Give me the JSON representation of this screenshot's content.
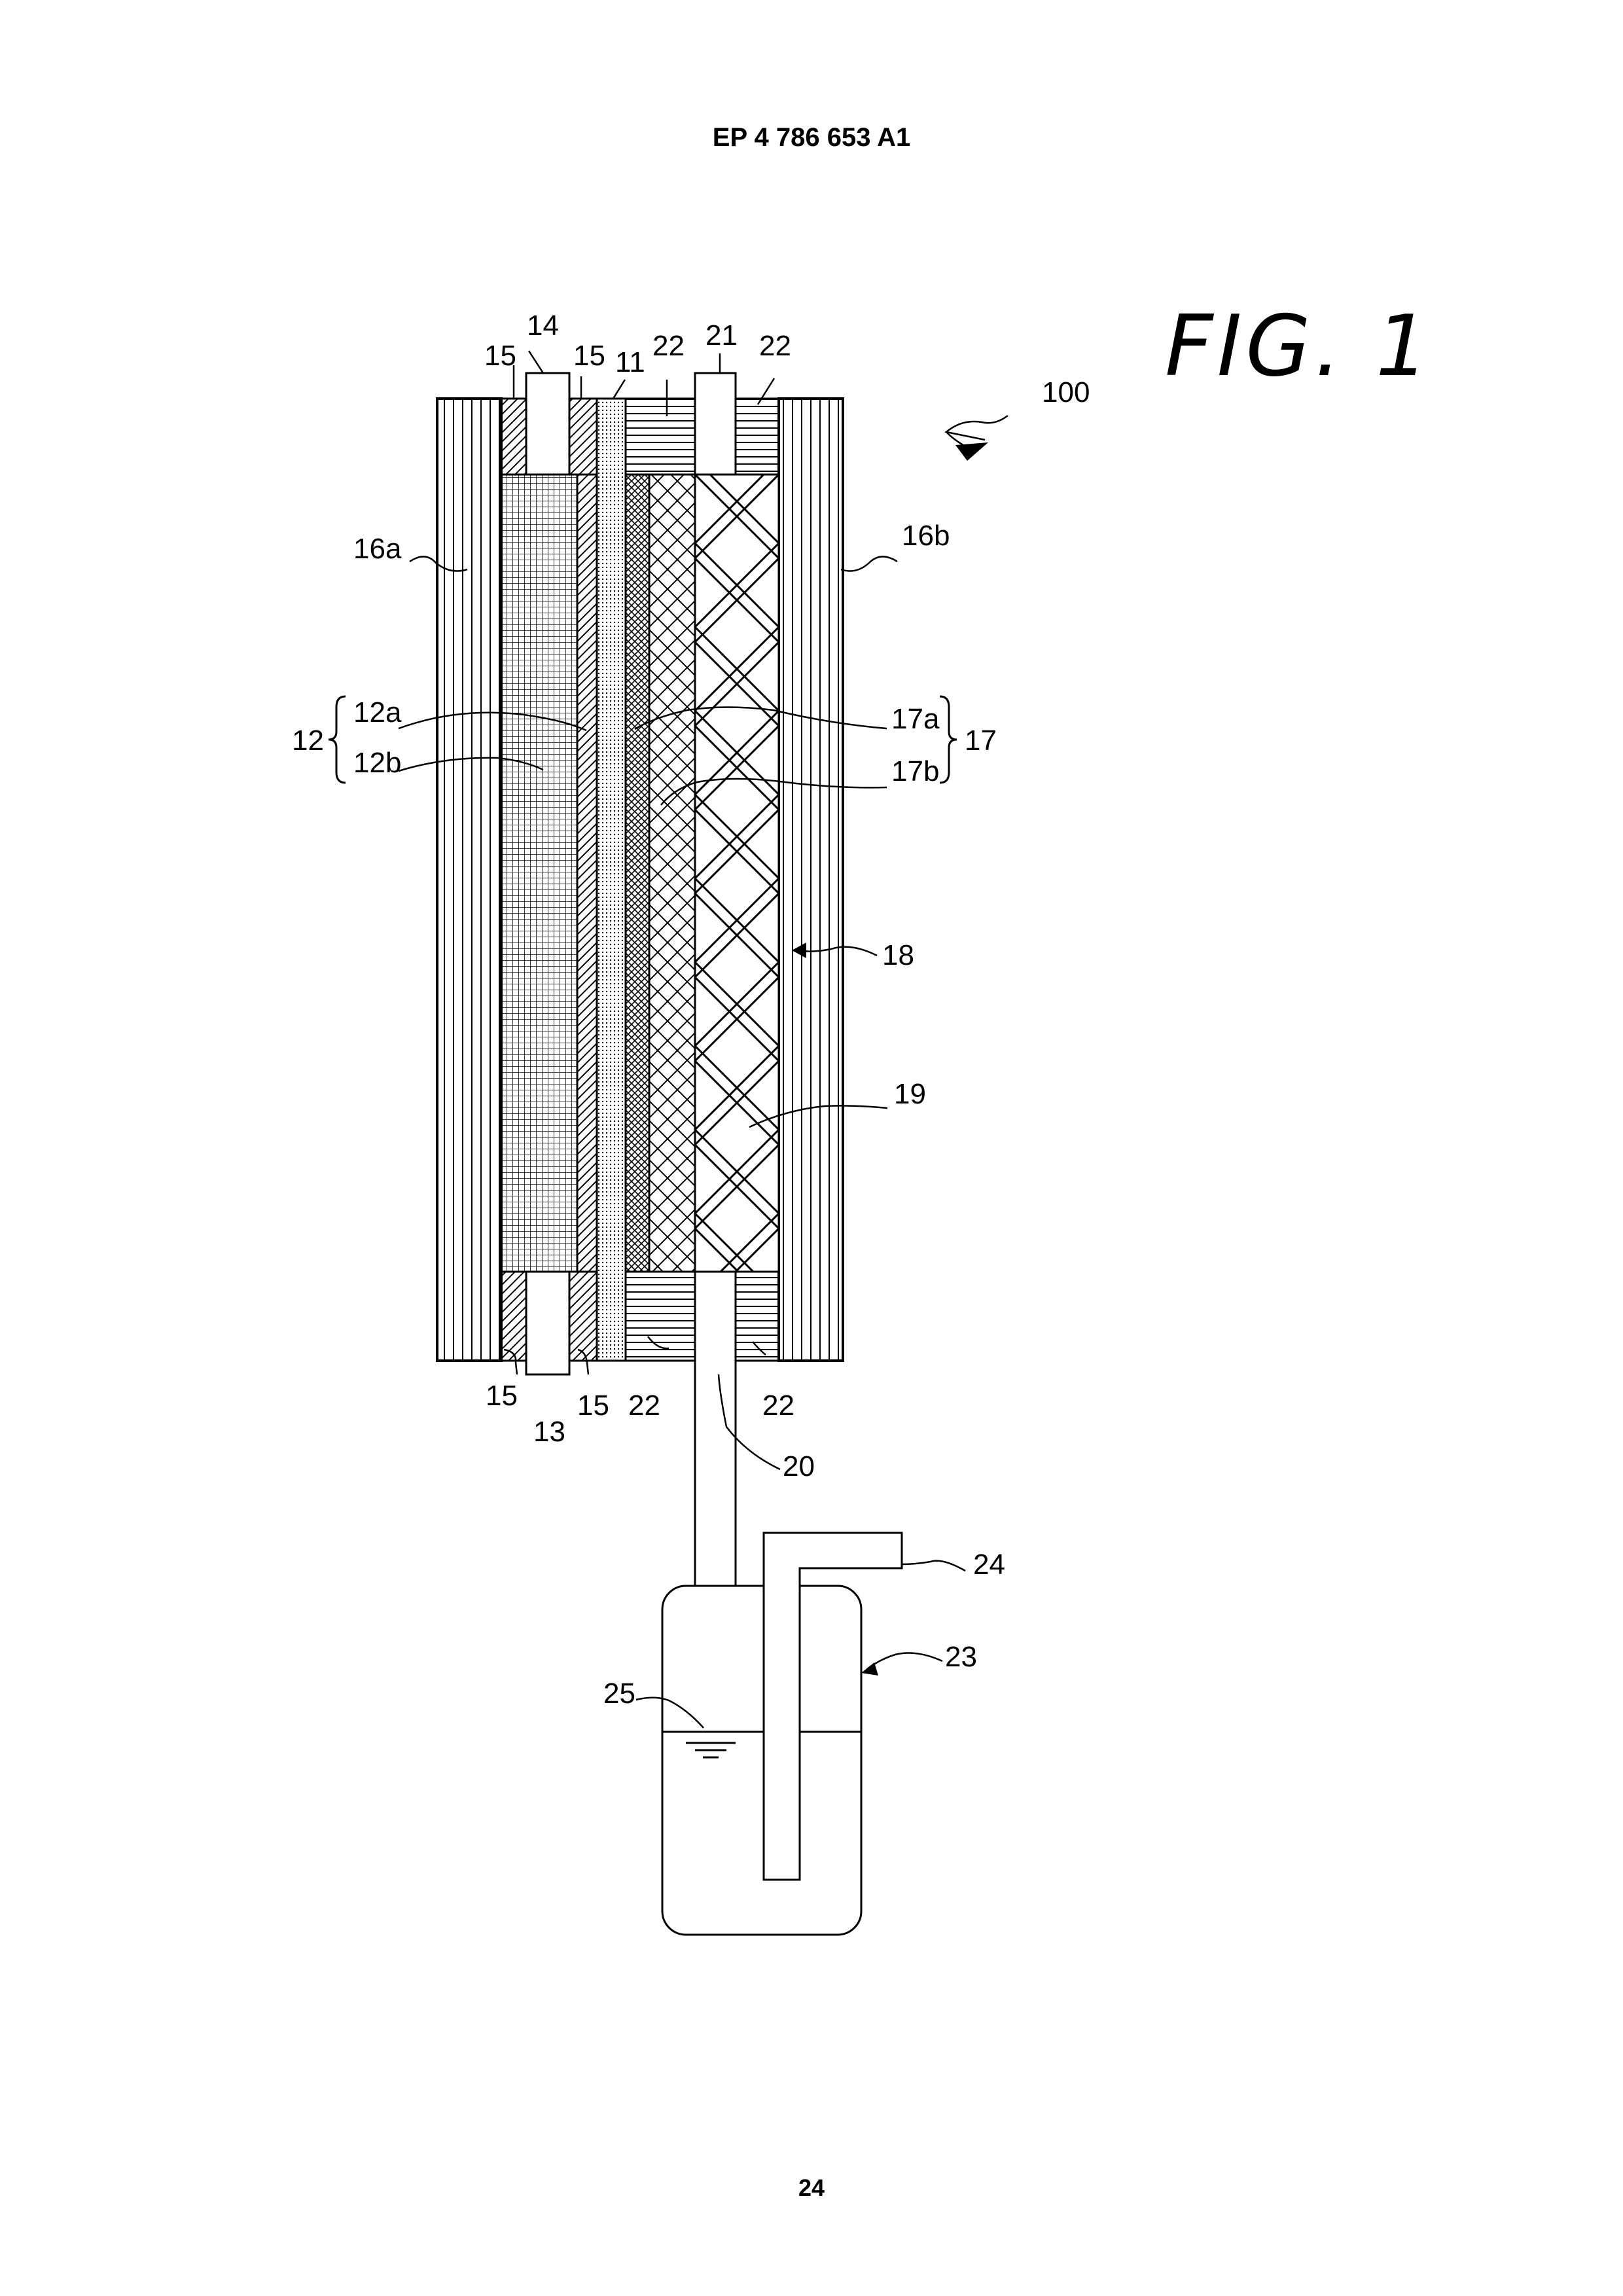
{
  "header": {
    "publication_number": "EP 4 786 653 A1"
  },
  "page_number": "24",
  "figure": {
    "title": "FIG. 1",
    "reference_labels": {
      "device": "100",
      "membrane": "11",
      "electrode_12": "12",
      "electrode_12a": "12a",
      "electrode_12b": "12b",
      "lead_13": "13",
      "lead_14": "14",
      "gasket_15_top_left": "15",
      "gasket_15_top_right": "15",
      "gasket_15_bottom_left": "15",
      "gasket_15_bottom_right": "15",
      "plate_16a": "16a",
      "plate_16b": "16b",
      "electrode_17": "17",
      "electrode_17a": "17a",
      "electrode_17b": "17b",
      "flow_18": "18",
      "space_19": "19",
      "pipe_20": "20",
      "port_21": "21",
      "frame_22_top_left": "22",
      "frame_22_top_right": "22",
      "frame_22_bottom_left": "22",
      "frame_22_bottom_right": "22",
      "tank_23": "23",
      "outlet_24": "24",
      "liquid_25": "25"
    }
  }
}
